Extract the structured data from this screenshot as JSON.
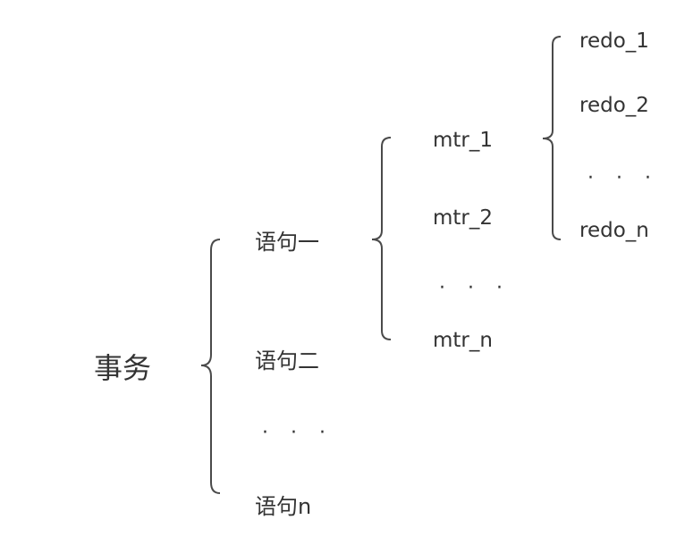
{
  "root": {
    "label": "事务"
  },
  "statements": {
    "items": [
      "语句一",
      "语句二",
      "语句n"
    ],
    "ellipsis": "· · ·"
  },
  "mtrs": {
    "items": [
      "mtr_1",
      "mtr_2",
      "mtr_n"
    ],
    "ellipsis": "· · ·"
  },
  "redos": {
    "items": [
      "redo_1",
      "redo_2",
      "redo_n"
    ],
    "ellipsis": "· · ·"
  },
  "colors": {
    "text": "#333333",
    "brace": "#4a4a4a"
  }
}
